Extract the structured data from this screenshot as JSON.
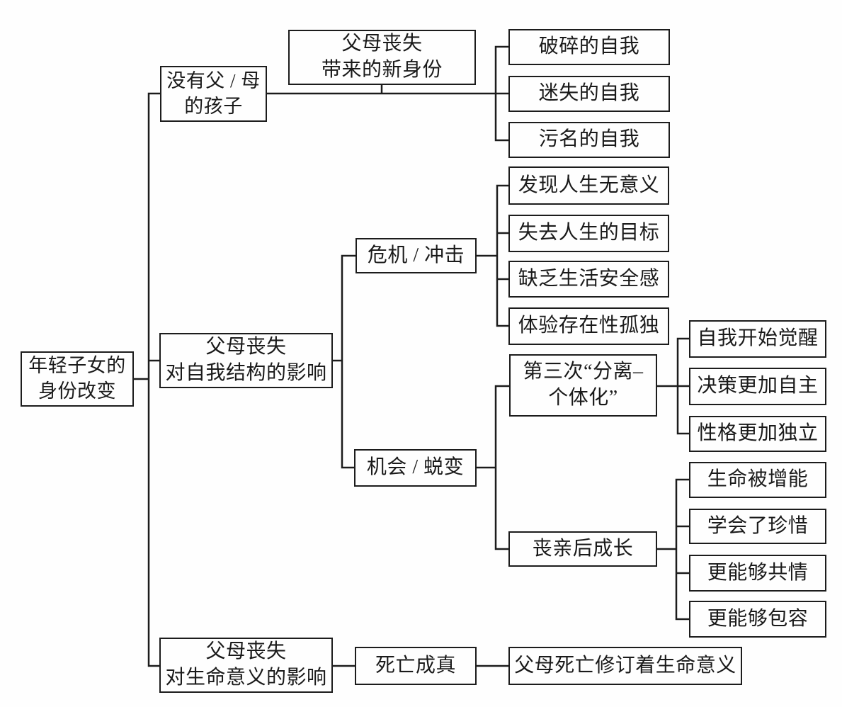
{
  "diagram_title": "年轻子女的身份改变",
  "colors": {
    "background": "#fefefe",
    "line": "#1c1c1c",
    "box_border": "#1c1c1c",
    "text": "#1a1a1a"
  },
  "tree": {
    "label": "年轻子女的\n身份改变",
    "children": [
      {
        "label": "没有父 / 母\n的孩子",
        "children": [
          {
            "label": "父母丧失\n带来的新身份",
            "children": [
              {
                "label": "破碎的自我"
              },
              {
                "label": "迷失的自我"
              },
              {
                "label": "污名的自我"
              }
            ]
          }
        ]
      },
      {
        "label": "父母丧失\n对自我结构的影响",
        "children": [
          {
            "label": "危机 / 冲击",
            "children": [
              {
                "label": "发现人生无意义"
              },
              {
                "label": "失去人生的目标"
              },
              {
                "label": "缺乏生活安全感"
              },
              {
                "label": "体验存在性孤独"
              }
            ]
          },
          {
            "label": "机会 / 蜕变",
            "children": [
              {
                "label": "第三次“分离–\n个体化”",
                "children": [
                  {
                    "label": "自我开始觉醒"
                  },
                  {
                    "label": "决策更加自主"
                  },
                  {
                    "label": "性格更加独立"
                  }
                ]
              },
              {
                "label": "丧亲后成长",
                "children": [
                  {
                    "label": "生命被增能"
                  },
                  {
                    "label": "学会了珍惜"
                  },
                  {
                    "label": "更能够共情"
                  },
                  {
                    "label": "更能够包容"
                  }
                ]
              }
            ]
          }
        ]
      },
      {
        "label": "父母丧失\n对生命意义的影响",
        "children": [
          {
            "label": "死亡成真",
            "children": [
              {
                "label": "父母死亡修订着生命意义"
              }
            ]
          }
        ]
      }
    ]
  }
}
